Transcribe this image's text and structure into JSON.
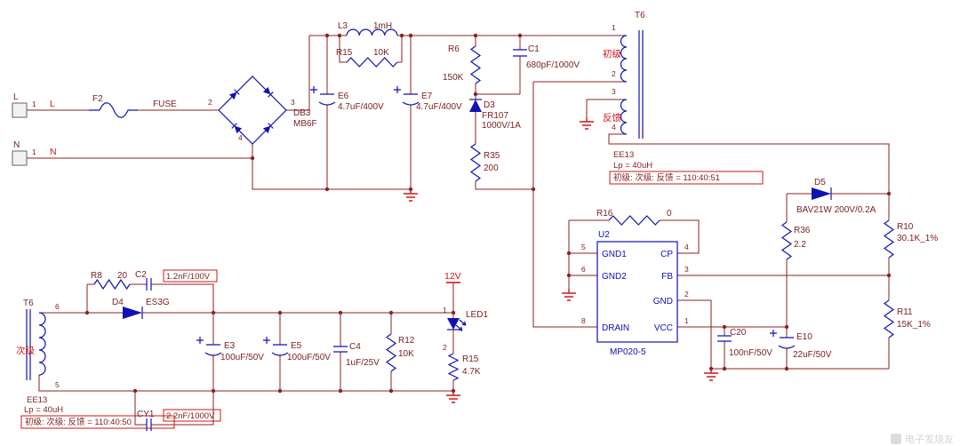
{
  "colors": {
    "wire": "#8c2222",
    "symbol": "#1212b4",
    "label": "#7d2020",
    "net_label": "#cf1717",
    "ic_text": "#0f0fb4",
    "background": "#ffffff"
  },
  "connectors": {
    "l": {
      "ref": "L",
      "pin": "1",
      "net": "L"
    },
    "n": {
      "ref": "N",
      "pin": "1",
      "net": "N"
    }
  },
  "power": {
    "v12": "12V"
  },
  "components": {
    "f2": {
      "ref": "F2",
      "value": "FUSE"
    },
    "db3": {
      "ref": "DB3",
      "value": "MB6F",
      "pin2": "2",
      "pin3": "3",
      "pin4": "4"
    },
    "l3": {
      "ref": "L3",
      "value": "1mH"
    },
    "r15a": {
      "ref": "R15",
      "value": "10K"
    },
    "e6": {
      "ref": "E6",
      "value": "4.7uF/400V"
    },
    "e7": {
      "ref": "E7",
      "value": "4.7uF/400V"
    },
    "r6": {
      "ref": "R6",
      "value": "150K"
    },
    "c1": {
      "ref": "C1",
      "value": "680pF/1000V"
    },
    "d3": {
      "ref": "D3",
      "value": "FR107",
      "rating": "1000V/1A"
    },
    "r35": {
      "ref": "R35",
      "value": "200"
    },
    "t6_top": {
      "ref": "T6",
      "pin1": "1",
      "pin2": "2",
      "pin3": "3",
      "pin4": "4",
      "primary_label": "初级",
      "feedback_label": "反馈",
      "core": "EE13",
      "lp": "Lp = 40uH",
      "ratio": "初级: 次级: 反馈 = 110:40:51"
    },
    "d5": {
      "ref": "D5",
      "value": "BAV21W 200V/0.2A"
    },
    "r36": {
      "ref": "R36",
      "value": "2.2"
    },
    "r10": {
      "ref": "R10",
      "value": "30.1K_1%"
    },
    "r11": {
      "ref": "R11",
      "value": "15K_1%"
    },
    "r16": {
      "ref": "R16",
      "value": "0"
    },
    "u2": {
      "ref": "U2",
      "value": "MP020-5",
      "pins_left": [
        {
          "num": "5",
          "name": "GND1"
        },
        {
          "num": "6",
          "name": "GND2"
        },
        {
          "num": "8",
          "name": "DRAIN"
        }
      ],
      "pins_right": [
        {
          "num": "4",
          "name": "CP"
        },
        {
          "num": "3",
          "name": "FB"
        },
        {
          "num": "2",
          "name": "GND"
        },
        {
          "num": "1",
          "name": "VCC"
        }
      ]
    },
    "c20": {
      "ref": "C20",
      "value": "100nF/50V"
    },
    "e10": {
      "ref": "E10",
      "value": "22uF/50V"
    },
    "t6_bottom": {
      "ref": "T6",
      "pin6": "6",
      "pin5": "5",
      "secondary_label": "次级",
      "core": "EE13",
      "lp": "Lp = 40uH",
      "ratio": "初级: 次级: 反馈 = 110:40:50"
    },
    "r8": {
      "ref": "R8",
      "value": "20"
    },
    "c2": {
      "ref": "C2",
      "value": "1.2nF/100V"
    },
    "d4": {
      "ref": "D4",
      "value": "ES3G"
    },
    "e3": {
      "ref": "E3",
      "value": "100uF/50V"
    },
    "e5": {
      "ref": "E5",
      "value": "100uF/50V"
    },
    "c4": {
      "ref": "C4",
      "value": "1uF/25V"
    },
    "r12": {
      "ref": "R12",
      "value": "10K"
    },
    "led1": {
      "ref": "LED1",
      "pin1": "1",
      "pin2": "2"
    },
    "r15b": {
      "ref": "R15",
      "value": "4.7K"
    },
    "cy1": {
      "ref": "CY1",
      "value": "2.2nF/1000V"
    }
  },
  "watermark": {
    "text": "电子发烧友"
  }
}
